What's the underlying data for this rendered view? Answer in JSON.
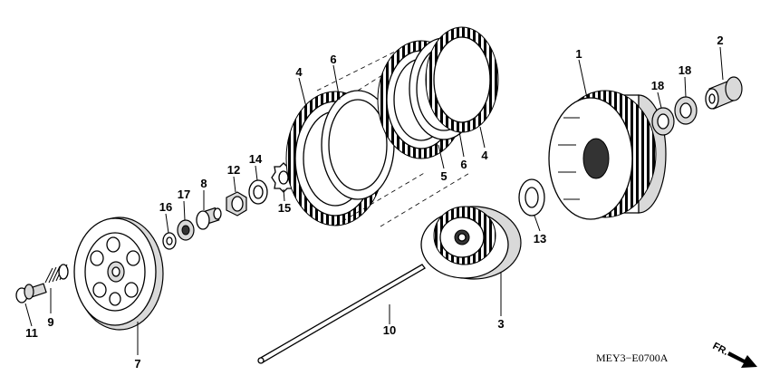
{
  "diagram": {
    "part_code": "MEY3−E0700A",
    "direction_label": "FR.",
    "callouts": [
      {
        "id": "c1",
        "label": "1"
      },
      {
        "id": "c2",
        "label": "2"
      },
      {
        "id": "c3",
        "label": "3"
      },
      {
        "id": "c4a",
        "label": "4"
      },
      {
        "id": "c4b",
        "label": "4"
      },
      {
        "id": "c5",
        "label": "5"
      },
      {
        "id": "c6a",
        "label": "6"
      },
      {
        "id": "c6b",
        "label": "6"
      },
      {
        "id": "c7",
        "label": "7"
      },
      {
        "id": "c8",
        "label": "8"
      },
      {
        "id": "c9",
        "label": "9"
      },
      {
        "id": "c10",
        "label": "10"
      },
      {
        "id": "c11",
        "label": "11"
      },
      {
        "id": "c12",
        "label": "12"
      },
      {
        "id": "c13",
        "label": "13"
      },
      {
        "id": "c14",
        "label": "14"
      },
      {
        "id": "c15",
        "label": "15"
      },
      {
        "id": "c16",
        "label": "16"
      },
      {
        "id": "c17",
        "label": "17"
      },
      {
        "id": "c18a",
        "label": "18"
      },
      {
        "id": "c18b",
        "label": "18"
      }
    ]
  }
}
